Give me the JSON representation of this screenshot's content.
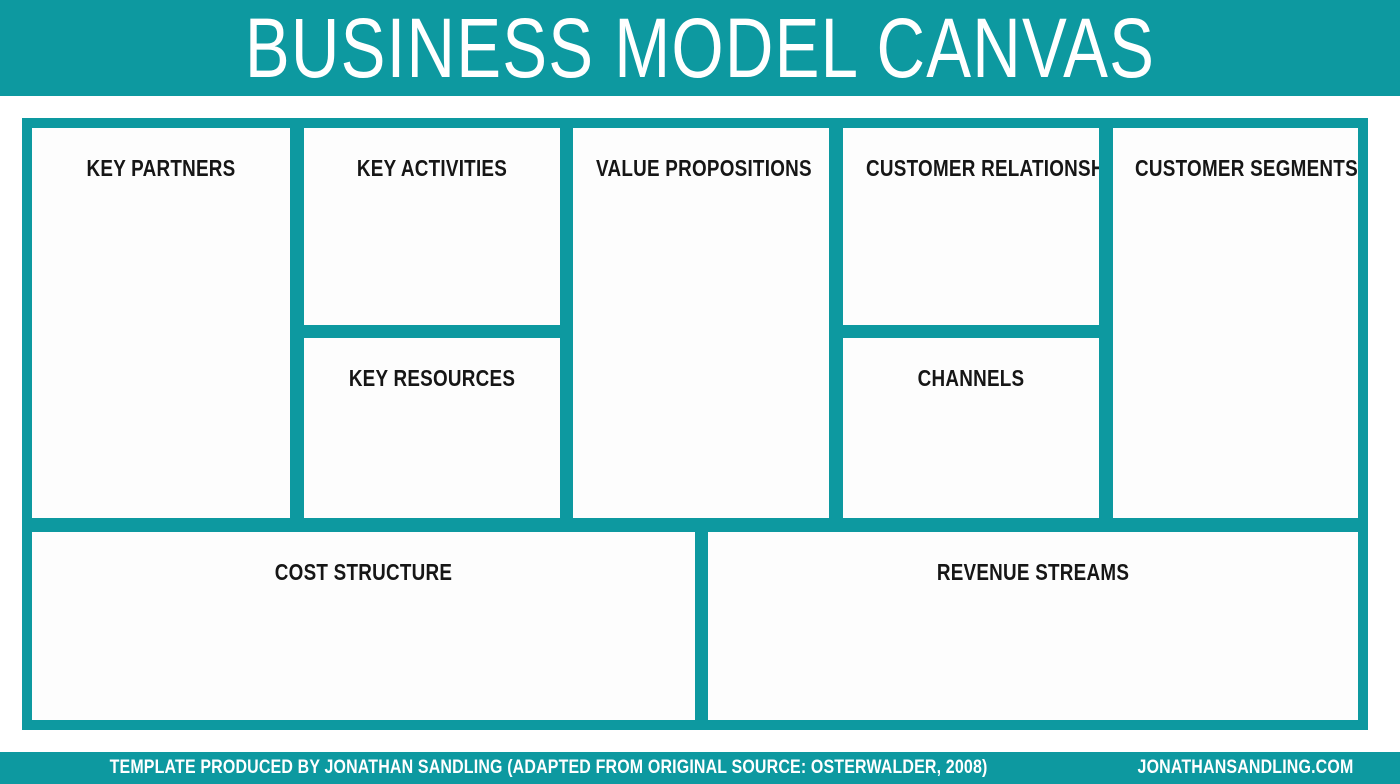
{
  "header": {
    "title": "BUSINESS MODEL CANVAS",
    "background_color": "#0d99a0",
    "text_color": "#ffffff"
  },
  "canvas": {
    "accent_color": "#0d99a0",
    "cell_background_color": "#fdfdfd",
    "label_color": "#161616",
    "blocks": [
      {
        "key": "key-partners",
        "label": "KEY PARTNERS"
      },
      {
        "key": "key-activities",
        "label": "KEY ACTIVITIES"
      },
      {
        "key": "key-resources",
        "label": "KEY RESOURCES"
      },
      {
        "key": "value-propositions",
        "label": "VALUE PROPOSITIONS"
      },
      {
        "key": "customer-relationships",
        "label": "CUSTOMER RELATIONSHIPS"
      },
      {
        "key": "channels",
        "label": "CHANNELS"
      },
      {
        "key": "customer-segments",
        "label": "CUSTOMER SEGMENTS"
      },
      {
        "key": "cost-structure",
        "label": "COST STRUCTURE"
      },
      {
        "key": "revenue-streams",
        "label": "REVENUE STREAMS"
      }
    ]
  },
  "footer": {
    "credit": "TEMPLATE PRODUCED BY JONATHAN SANDLING  (ADAPTED FROM ORIGINAL SOURCE: OSTERWALDER, 2008)",
    "website": "JONATHANSANDLING.COM",
    "background_color": "#0d99a0",
    "text_color": "#ffffff"
  }
}
